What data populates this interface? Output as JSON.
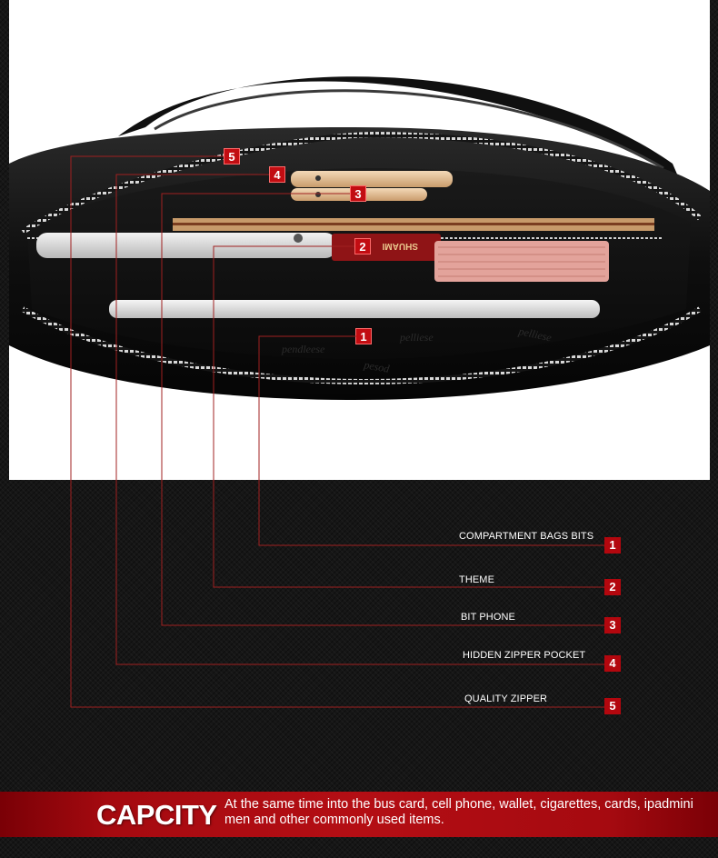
{
  "callouts": [
    {
      "num": "1",
      "label": "COMPARTMENT BAGS BITS"
    },
    {
      "num": "2",
      "label": "THEME"
    },
    {
      "num": "3",
      "label": "BIT PHONE"
    },
    {
      "num": "4",
      "label": "HIDDEN ZIPPER POCKET"
    },
    {
      "num": "5",
      "label": "QUALITY ZIPPER"
    }
  ],
  "banner": {
    "title": "CAPCITY",
    "description": "At the same time into the bus card, cell phone, wallet, cigarettes, cards, ipadmini men and other commonly used items."
  },
  "wallet": {
    "brand": "SHUAMI"
  },
  "colors": {
    "accent_red": "#b3070e",
    "banner_red": "#b40e14",
    "leader_line": "#9a1a1a",
    "background": "#161616"
  }
}
